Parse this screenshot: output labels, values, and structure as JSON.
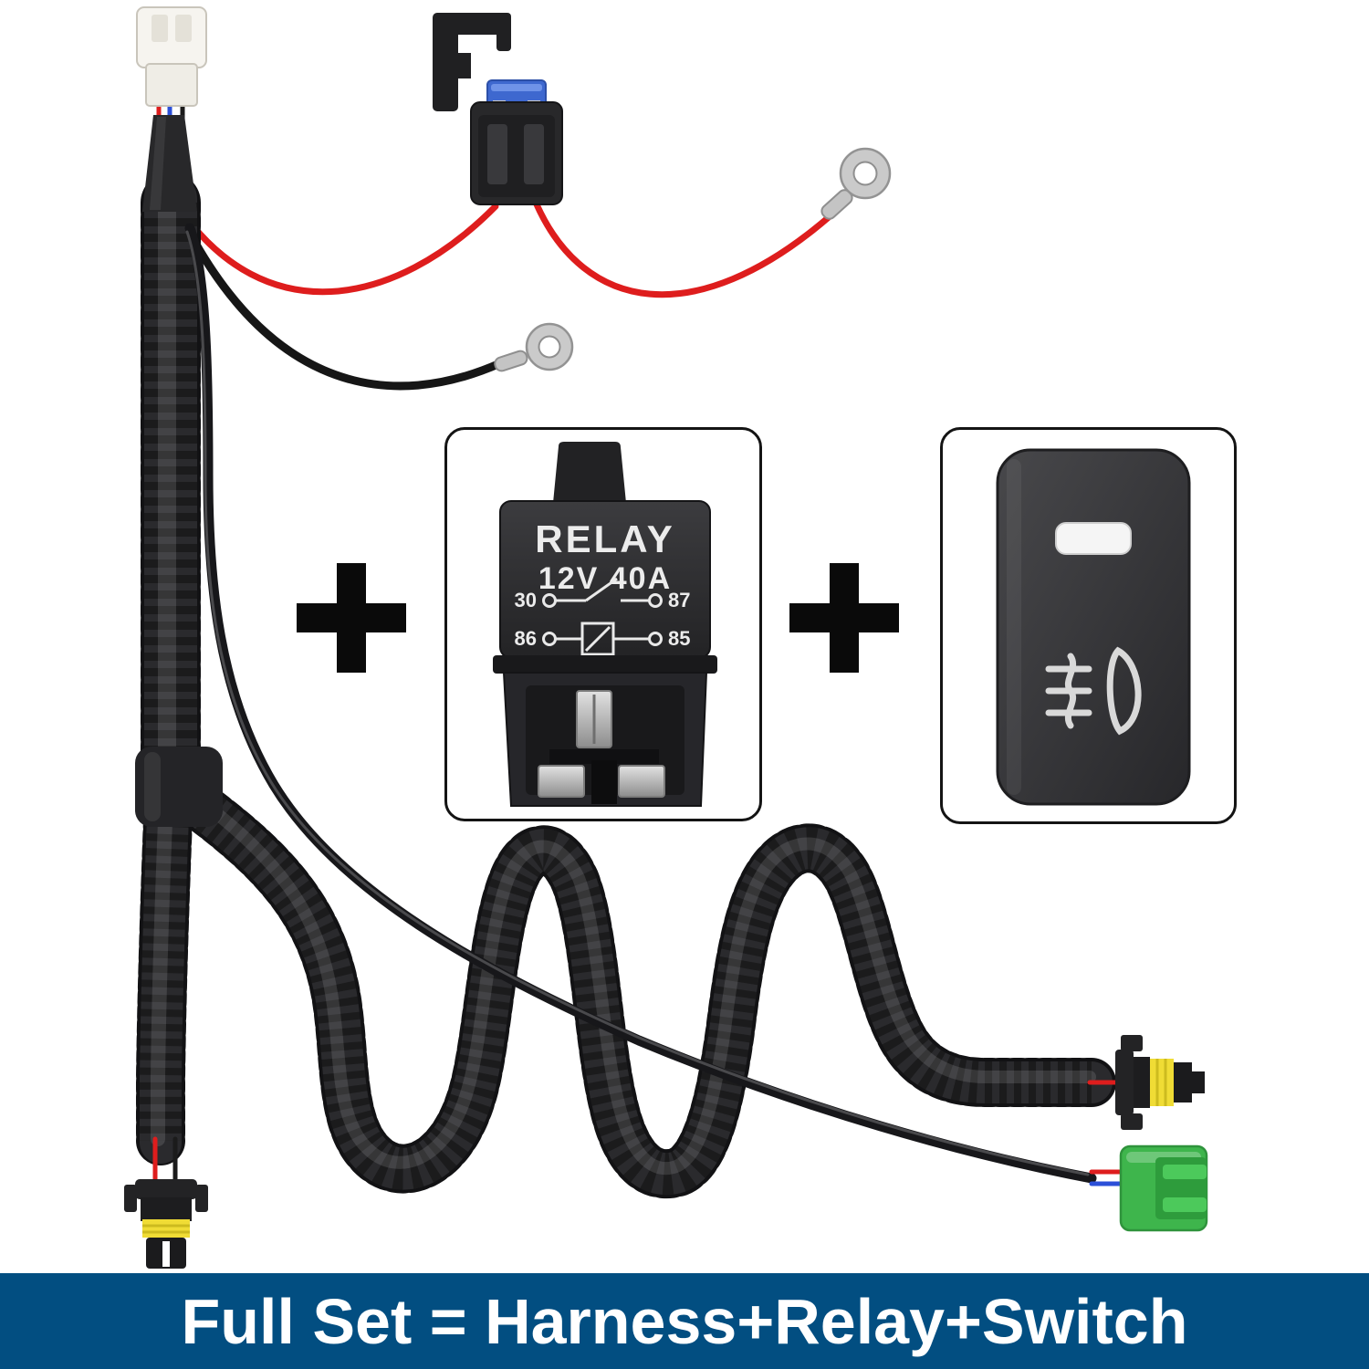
{
  "banner": {
    "text": "Full Set = Harness+Relay+Switch",
    "bg_color": "#024e81",
    "text_color": "#ffffff"
  },
  "operators": {
    "plus": "+"
  },
  "relay_card": {
    "title": "RELAY",
    "rating": "12V 40A",
    "pins": {
      "top_left": "30",
      "top_right": "87",
      "bottom_left": "86",
      "bottom_right": "85"
    }
  },
  "switch_card": {
    "indicator": "led-indicator-window",
    "icon": "fog-light-icon"
  },
  "colors": {
    "banner_blue": "#024e81",
    "tube_black": "#2a2a2d",
    "wire_red": "#de1d1d",
    "wire_blue": "#2b4fd8",
    "seal_yellow": "#f0dc35",
    "connector_green": "#3eb54c",
    "fuse_blue": "#3e68cf",
    "terminal_silver": "#c9c9c9",
    "connector_white": "#f6f4ef"
  }
}
